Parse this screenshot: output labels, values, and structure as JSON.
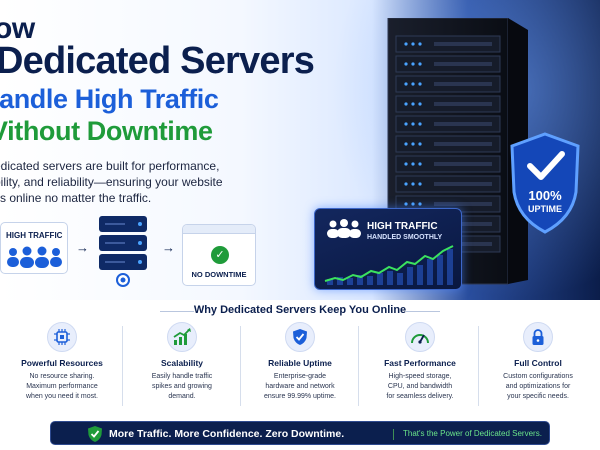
{
  "hero": {
    "title_line1": "ow",
    "title_line2": "Dedicated Servers",
    "title_line3": "landle High Traffic",
    "title_line4": "Vithout Downtime",
    "description": [
      "edicated servers are built for performance,",
      "bility, and reliability—ensuring your website",
      "ys online no matter the traffic."
    ]
  },
  "flow": {
    "traffic_label": "HIGH TRAFFIC",
    "nodowntime_label": "NO DOWNTIME",
    "arrow": "→"
  },
  "panel": {
    "title": "HIGH TRAFFIC",
    "subtitle": "HANDLED SMOOTHLY"
  },
  "shield": {
    "value": "100%",
    "label": "UPTIME"
  },
  "section": {
    "title": "Why Dedicated Servers Keep You Online"
  },
  "features": [
    {
      "icon": "chip-icon",
      "name": "Powerful Resources",
      "lines": [
        "No resource sharing.",
        "Maximum performance",
        "when you need it most."
      ]
    },
    {
      "icon": "growth-chart-icon",
      "name": "Scalability",
      "lines": [
        "Easily handle traffic",
        "spikes and growing",
        "demand."
      ]
    },
    {
      "icon": "shield-check-icon",
      "name": "Reliable Uptime",
      "lines": [
        "Enterprise-grade",
        "hardware and network",
        "ensure 99.99% uptime."
      ]
    },
    {
      "icon": "speedometer-icon",
      "name": "Fast Performance",
      "lines": [
        "High-speed storage,",
        "CPU, and bandwidth",
        "for seamless delivery."
      ]
    },
    {
      "icon": "lock-icon",
      "name": "Full Control",
      "lines": [
        "Custom configurations",
        "and optimizations for",
        "your specific needs."
      ]
    }
  ],
  "banner": {
    "main": "More Traffic. More Confidence. Zero Downtime.",
    "tagline": "That's the Power of Dedicated Servers."
  },
  "colors": {
    "navy": "#0b1f4e",
    "blue": "#1c5fd9",
    "green": "#1f9b3a",
    "banner_accent": "#6be58a"
  }
}
